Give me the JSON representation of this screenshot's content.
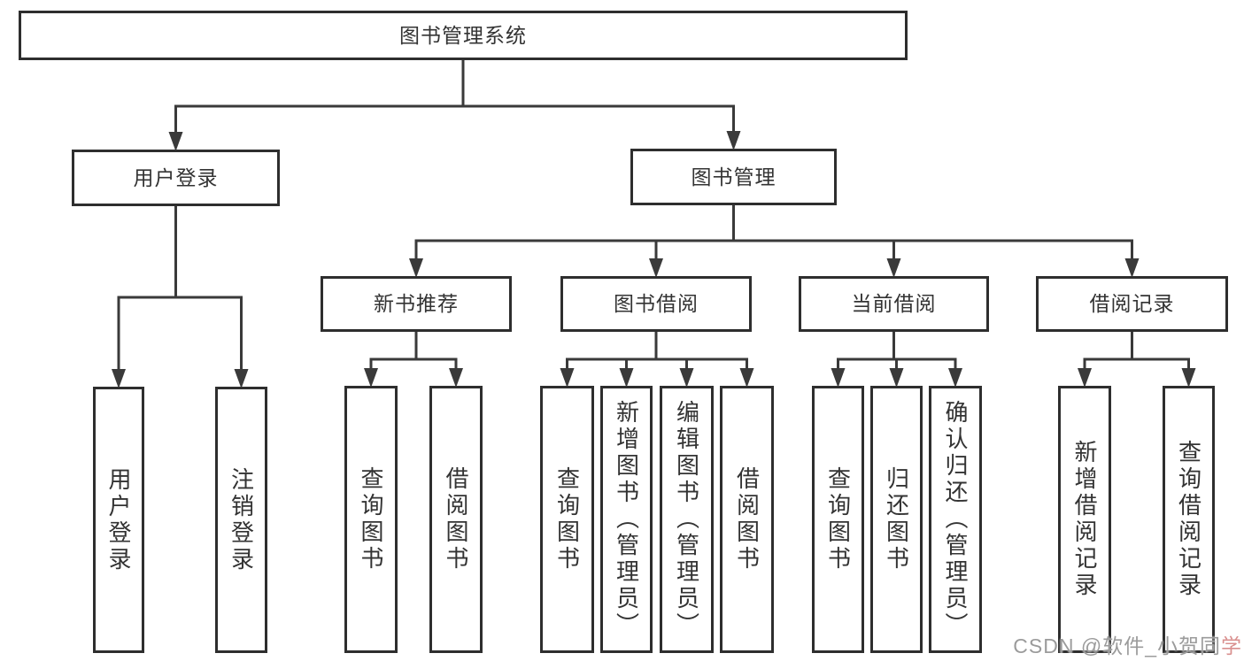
{
  "diagram": {
    "title": "图书管理系统",
    "tree": {
      "id": "system",
      "label": "图书管理系统",
      "children": [
        {
          "id": "user-login-group",
          "label": "用户登录",
          "children": [
            {
              "id": "login",
              "label": "用户登录"
            },
            {
              "id": "logout",
              "label": "注销登录"
            }
          ]
        },
        {
          "id": "book-mgmt",
          "label": "图书管理",
          "children": [
            {
              "id": "new-books",
              "label": "新书推荐",
              "children": [
                {
                  "id": "nb-query",
                  "label": "查询图书"
                },
                {
                  "id": "nb-borrow",
                  "label": "借阅图书"
                }
              ]
            },
            {
              "id": "book-borrow",
              "label": "图书借阅",
              "children": [
                {
                  "id": "bb-query",
                  "label": "查询图书"
                },
                {
                  "id": "bb-add",
                  "label": "新增图书（管理员）"
                },
                {
                  "id": "bb-edit",
                  "label": "编辑图书（管理员）"
                },
                {
                  "id": "bb-borrow",
                  "label": "借阅图书"
                }
              ]
            },
            {
              "id": "current-borrow",
              "label": "当前借阅",
              "children": [
                {
                  "id": "cb-query",
                  "label": "查询图书"
                },
                {
                  "id": "cb-return",
                  "label": "归还图书"
                },
                {
                  "id": "cb-confirm",
                  "label": "确认归还（管理员）"
                }
              ]
            },
            {
              "id": "borrow-records",
              "label": "借阅记录",
              "children": [
                {
                  "id": "br-add",
                  "label": "新增借阅记录"
                },
                {
                  "id": "br-query",
                  "label": "查询借阅记录"
                }
              ]
            }
          ]
        }
      ]
    },
    "watermark": {
      "text": "CSDN @软件_小贺同学",
      "prefix": "CSDN @软件_小贺同",
      "suffix": "学"
    },
    "colors": {
      "line": "#3a3a3a",
      "box_border": "#2e2e2e",
      "box_fill": "#ffffff",
      "text": "#333333",
      "watermark": "#9b9b9b",
      "watermark_accent": "#d9908f",
      "background": "#ffffff"
    }
  }
}
